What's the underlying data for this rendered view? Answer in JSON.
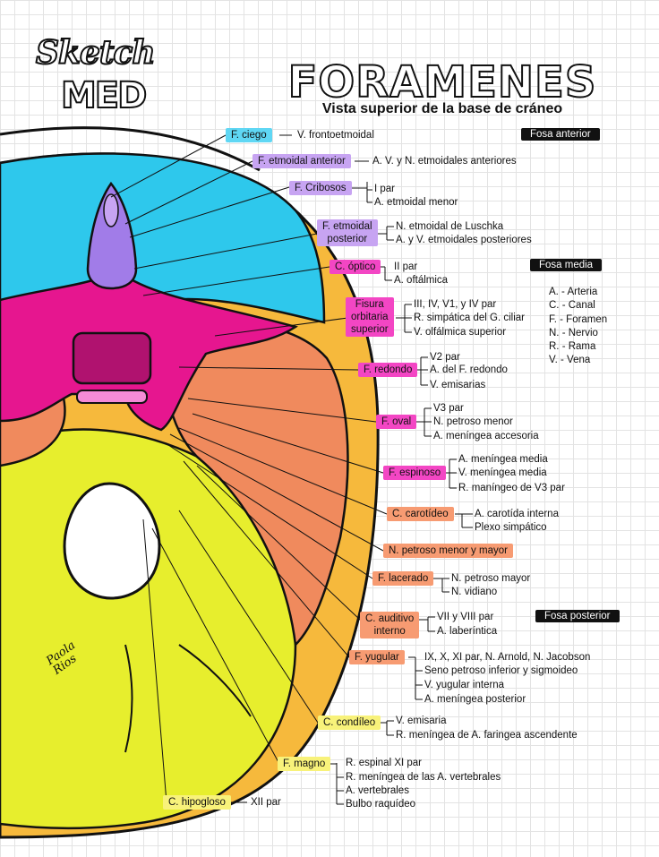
{
  "logo": {
    "line1": "Sketch",
    "line2": "MED"
  },
  "title": "FORAMENES",
  "subtitle": "Vista superior de la base de cráneo",
  "section_tags": {
    "fosa_anterior": "Fosa anterior",
    "fosa_media": "Fosa media",
    "fosa_posterior": "Fosa posterior"
  },
  "legend": [
    "A. - Arteria",
    "C. - Canal",
    "F. - Foramen",
    "N. - Nervio",
    "R. - Rama",
    "V. - Vena"
  ],
  "structures": [
    {
      "label": "F. ciego",
      "items": [
        "V. frontoetmoidal"
      ]
    },
    {
      "label": "F. etmoidal anterior",
      "items": [
        "A. V. y N. etmoidales anteriores"
      ]
    },
    {
      "label": "F. Cribosos",
      "items": [
        "I par",
        "A. etmoidal menor"
      ]
    },
    {
      "label": "F. etmoidal\nposterior",
      "items": [
        "N. etmoidal de Luschka",
        "A. y V. etmoidales posteriores"
      ]
    },
    {
      "label": "C. óptico",
      "items": [
        "II par",
        "A. oftálmica"
      ]
    },
    {
      "label": "Fisura\norbitaria\nsuperior",
      "items": [
        "III, IV, V1, y IV par",
        "R. simpática del G. ciliar",
        "V. olfálmica superior"
      ]
    },
    {
      "label": "F. redondo",
      "items": [
        "V2 par",
        "A. del F. redondo",
        "V. emisarias"
      ]
    },
    {
      "label": "F. oval",
      "items": [
        "V3 par",
        "N. petroso menor",
        "A. meníngea accesoria"
      ]
    },
    {
      "label": "F. espinoso",
      "items": [
        "A. meníngea media",
        "V. meníngea media",
        "R. maníngeo de V3 par"
      ]
    },
    {
      "label": "C. carotídeo",
      "items": [
        "A. carotída interna",
        "Plexo simpático"
      ]
    },
    {
      "label": "N. petroso menor y mayor",
      "items": []
    },
    {
      "label": "F. lacerado",
      "items": [
        "N. petroso mayor",
        "N. vidiano"
      ]
    },
    {
      "label": "C. auditivo\ninterno",
      "items": [
        "VII y VIII par",
        "A. laberíntica"
      ]
    },
    {
      "label": "F. yugular",
      "items": [
        "IX, X, XI par, N. Arnold, N. Jacobson",
        "Seno petroso inferior y sigmoideo",
        "V. yugular interna",
        "A. meníngea posterior"
      ]
    },
    {
      "label": "C. condíleo",
      "items": [
        "V. emisaria",
        "R. meníngea de A. faringea ascendente"
      ]
    },
    {
      "label": "F. magno",
      "items": [
        "R. espinal XI par",
        "R. meníngea de las A. vertebrales",
        "A. vertebrales",
        "Bulbo raquídeo"
      ]
    },
    {
      "label": "C. hipogloso",
      "items": [
        "XII par"
      ]
    }
  ],
  "signature": "Paola\nRios",
  "colors": {
    "fosa_anterior": "#2ec8ec",
    "esfenoides": "#e6168f",
    "fosa_media": "#f08a5d",
    "fosa_posterior": "#e7ee2d",
    "temporal": "#f6b93c",
    "cribosa": "#a17ce8"
  }
}
